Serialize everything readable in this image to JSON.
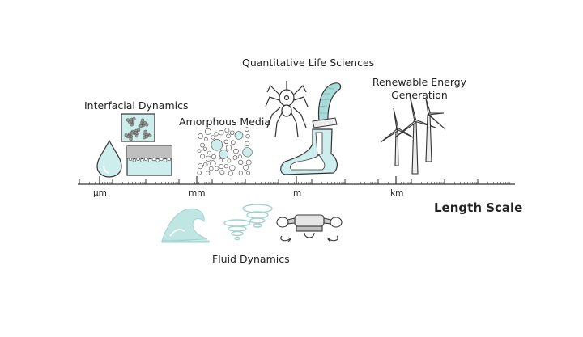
{
  "labels": {
    "interfacial": "Interfacial Dynamics",
    "amorphous": "Amorphous Media",
    "life": "Quantitative Life Sciences",
    "renewable_line1": "Renewable Energy",
    "renewable_line2": "Generation",
    "fluid": "Fluid Dynamics"
  },
  "axis": {
    "title": "Length Scale",
    "ticks": [
      "μm",
      "mm",
      "m",
      "km"
    ]
  },
  "colors": {
    "accent": "#cdeeec",
    "accent_dark": "#a8dcd8",
    "line": "#333333",
    "grey": "#bfbfbf",
    "faded": "#bfe6e3"
  },
  "icons": {
    "interfacial": [
      "droplet-icon",
      "particle-cluster-icon",
      "interface-layer-icon"
    ],
    "amorphous": "bubble-packing-icon",
    "life": [
      "spider-icon",
      "worm-icon",
      "foot-xray-icon"
    ],
    "renewable": "wind-turbines-icon",
    "fluid": [
      "wave-icon",
      "tornado-icon",
      "drone-icon"
    ]
  }
}
